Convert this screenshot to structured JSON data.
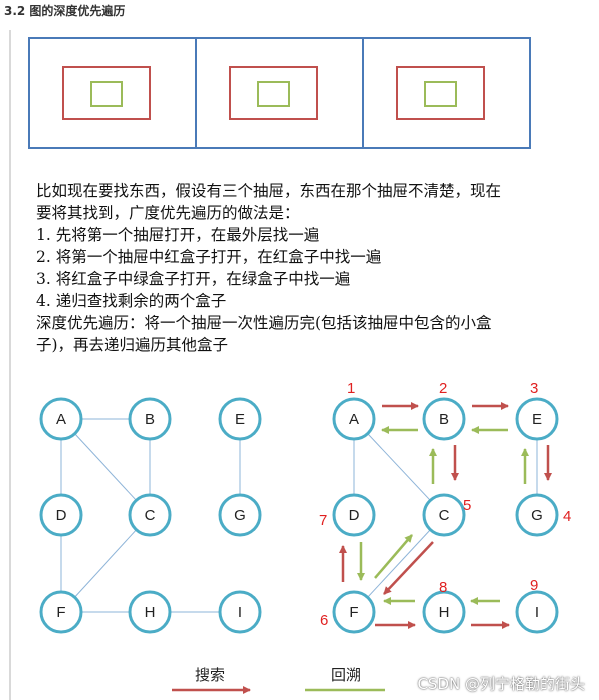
{
  "heading": "3.2 图的深度优先遍历",
  "paragraph_lines": [
    "比如现在要找东西，假设有三个抽屉，东西在那个抽屉不清楚，现在",
    "要将其找到，广度优先遍历的做法是：",
    "1.  先将第一个抽屉打开，在最外层找一遍",
    "2.  将第一个抽屉中红盒子打开，在红盒子中找一遍",
    "3.  将红盒子中绿盒子打开，在绿盒子中找一遍",
    "4.  递归查找剩余的两个盒子",
    "深度优先遍历：将一个抽屉一次性遍历完(包括该抽屉中包含的小盒",
    "子)，再去递归遍历其他盒子"
  ],
  "nodes": {
    "A": "A",
    "B": "B",
    "C": "C",
    "D": "D",
    "E": "E",
    "F": "F",
    "G": "G",
    "H": "H",
    "I": "I"
  },
  "order": {
    "A": "1",
    "B": "2",
    "E": "3",
    "G": "4",
    "C": "5",
    "F": "6",
    "D": "7",
    "H": "8",
    "I": "9"
  },
  "legend": {
    "search": "搜索",
    "backtrack": "回溯"
  },
  "watermark": "CSDN @列宁格勒的街头",
  "colors": {
    "drawer": "#4a7ab8",
    "red_box": "#c0504d",
    "green_box": "#9bbb59",
    "node_stroke": "#4bacc6",
    "search_arrow": "#c0504d",
    "backtrack_arrow": "#9bbb59",
    "edge": "#8eb4d8"
  }
}
